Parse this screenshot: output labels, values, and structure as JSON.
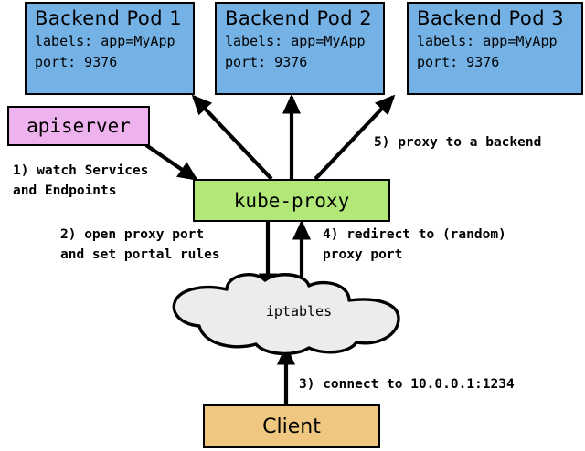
{
  "diagram": {
    "title": "kube-proxy service proxy flow",
    "colors": {
      "pod_fill": "#74b2e5",
      "apiserver_fill": "#eeb3ee",
      "kube_proxy_fill": "#b2e878",
      "client_fill": "#efc780",
      "cloud_fill": "#ececec",
      "stroke": "#000000",
      "background": "#ffffff"
    }
  },
  "pods": [
    {
      "title": "Backend Pod 1",
      "labels_line": "labels: app=MyApp",
      "port_line": "port: 9376"
    },
    {
      "title": "Backend Pod 2",
      "labels_line": "labels: app=MyApp",
      "port_line": "port: 9376"
    },
    {
      "title": "Backend Pod 3",
      "labels_line": "labels: app=MyApp",
      "port_line": "port: 9376"
    }
  ],
  "nodes": {
    "apiserver": {
      "label": "apiserver"
    },
    "kube_proxy": {
      "label": "kube-proxy"
    },
    "iptables": {
      "label": "iptables"
    },
    "client": {
      "label": "Client"
    }
  },
  "steps": {
    "step1": "1) watch Services\nand Endpoints",
    "step2": "2) open proxy port\nand set portal rules",
    "step3": "3) connect to 10.0.0.1:1234",
    "step4": "4) redirect to (random)\nproxy port",
    "step5": "5) proxy to a backend"
  }
}
